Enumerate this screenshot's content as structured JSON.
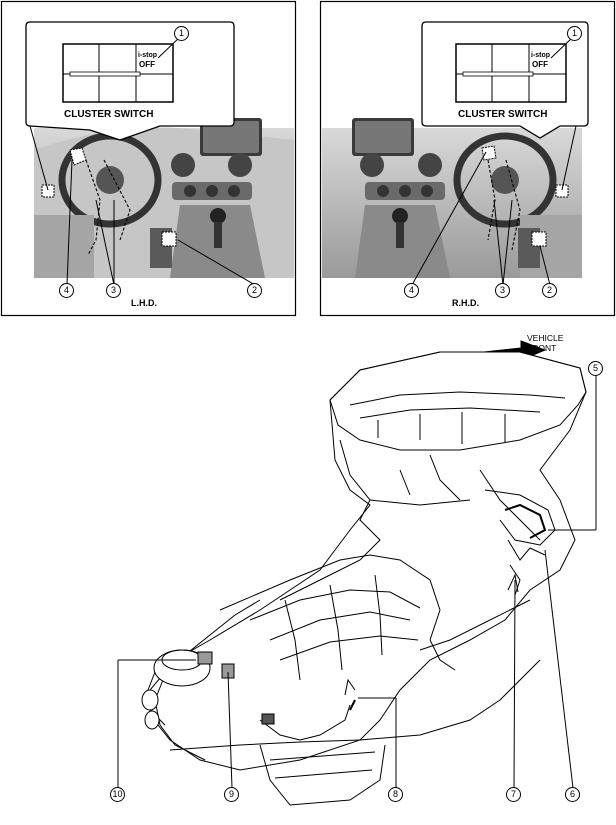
{
  "lhd_panel": {
    "inset_title": "CLUSTER SWITCH",
    "switch_text_line1": "i-stop",
    "switch_text_line2": "OFF",
    "caption": "L.H.D.",
    "callouts": [
      "1",
      "2",
      "3",
      "4"
    ]
  },
  "rhd_panel": {
    "inset_title": "CLUSTER SWITCH",
    "switch_text_line1": "i-stop",
    "switch_text_line2": "OFF",
    "caption": "R.H.D.",
    "callouts": [
      "1",
      "2",
      "3",
      "4"
    ]
  },
  "engine_view": {
    "direction_label_line1": "VEHICLE",
    "direction_label_line2": "FRONT",
    "callouts": [
      "5",
      "6",
      "7",
      "8",
      "9",
      "10"
    ]
  },
  "colors": {
    "line": "#000000",
    "shade": "#bdbdbd",
    "background": "#ffffff"
  }
}
